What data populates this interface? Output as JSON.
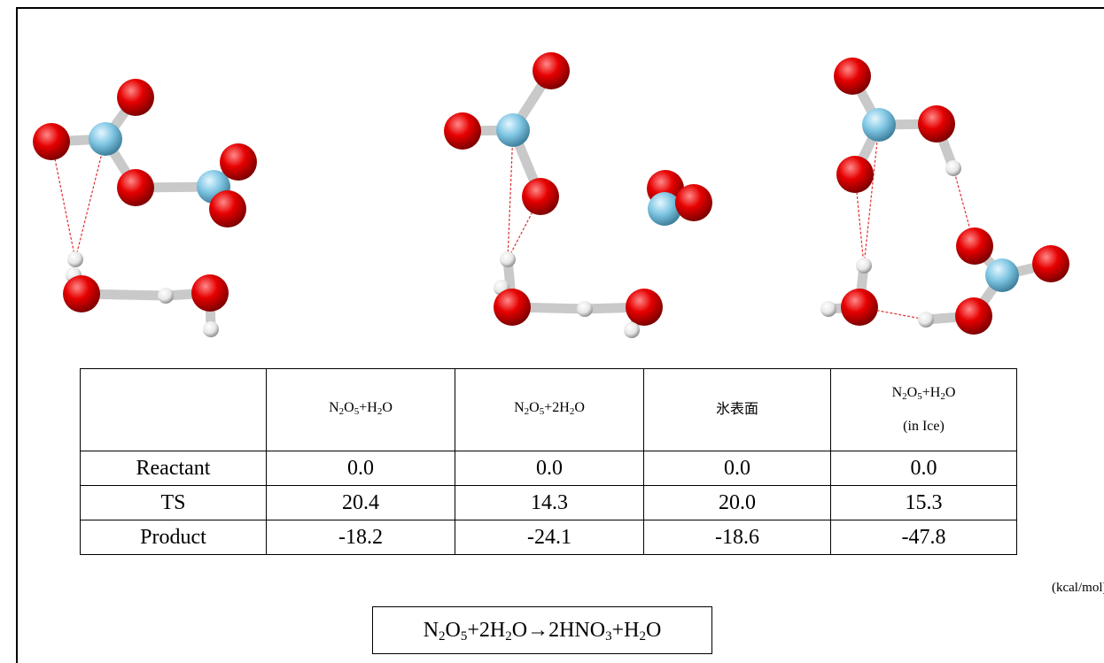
{
  "colors": {
    "oxygen": "#e60000",
    "nitrogen": "#7fc6e3",
    "hydrogen": "#f4f4f4",
    "bond": "#c9c9c9",
    "hbond": "#e03030"
  },
  "table": {
    "headers": [
      "",
      [
        {
          "t": "N"
        },
        {
          "s": "2"
        },
        {
          "t": "O"
        },
        {
          "s": "5"
        },
        {
          "t": "+H"
        },
        {
          "s": "2"
        },
        {
          "t": "O"
        }
      ],
      [
        {
          "t": "N"
        },
        {
          "s": "2"
        },
        {
          "t": "O"
        },
        {
          "s": "5"
        },
        {
          "t": "+2H"
        },
        {
          "s": "2"
        },
        {
          "t": "O"
        }
      ],
      [
        {
          "t": "氷表面"
        }
      ],
      [
        {
          "t": "N"
        },
        {
          "s": "2"
        },
        {
          "t": "O"
        },
        {
          "s": "5"
        },
        {
          "t": "+H"
        },
        {
          "s": "2"
        },
        {
          "t": "O"
        },
        {
          "br": true
        },
        {
          "t": "(in Ice)"
        }
      ]
    ],
    "rows": [
      {
        "label": "Reactant",
        "values": [
          "0.0",
          "0.0",
          "0.0",
          "0.0"
        ]
      },
      {
        "label": "TS",
        "values": [
          "20.4",
          "14.3",
          "20.0",
          "15.3"
        ]
      },
      {
        "label": "Product",
        "values": [
          "-18.2",
          "-24.1",
          "-18.6",
          "-47.8"
        ]
      }
    ],
    "unit": "(kcal/mol)"
  },
  "equation": [
    {
      "t": "N"
    },
    {
      "s": "2"
    },
    {
      "t": "O"
    },
    {
      "s": "5"
    },
    {
      "t": "+2H"
    },
    {
      "s": "2"
    },
    {
      "t": "O→2HNO"
    },
    {
      "s": "3"
    },
    {
      "t": "+H"
    },
    {
      "s": "2"
    },
    {
      "t": "O"
    }
  ]
}
